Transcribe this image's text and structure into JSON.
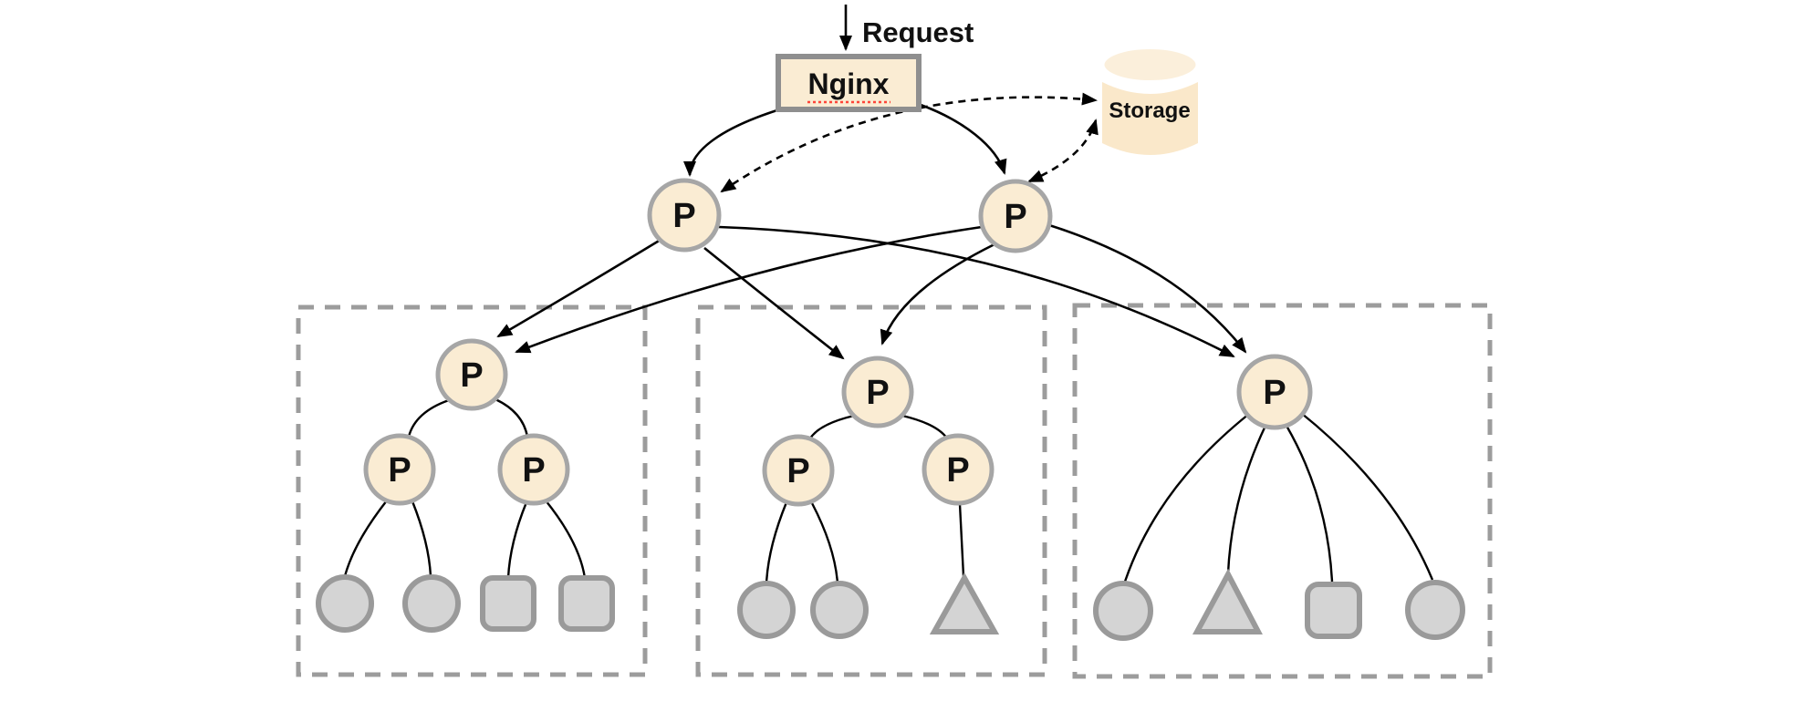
{
  "diagram": {
    "entry_label": "Request",
    "gateway": {
      "label": "Nginx"
    },
    "storage": {
      "label": "Storage"
    },
    "process_label": "P",
    "colors": {
      "process_fill": "#faecd3",
      "process_border": "#a6a6a6",
      "leaf_fill": "#d4d4d4",
      "leaf_border": "#9a9a9a",
      "group_border": "#9c9c9c",
      "edge": "#000000",
      "nginx_fill": "#faecd3",
      "nginx_border": "#8f8f8f",
      "storage_fill": "#fae8ca",
      "storage_cap_fill": "#fbefdb",
      "misspelling_underline": "#ff4538"
    },
    "connections": {
      "solid": [
        "request -> nginx",
        "nginx -> proxy-left",
        "nginx -> proxy-right",
        "proxy-left -> group-1-root",
        "proxy-left -> group-2-root",
        "proxy-left -> group-3-root",
        "proxy-right -> group-1-root",
        "proxy-right -> group-2-root",
        "proxy-right -> group-3-root"
      ],
      "dashed_bidirectional": [
        "proxy-left <-> storage",
        "proxy-right <-> storage"
      ]
    },
    "groups": [
      {
        "id": "group-1",
        "root_label": "P",
        "children": [
          {
            "label": "P",
            "leaves": [
              "circle",
              "circle"
            ]
          },
          {
            "label": "P",
            "leaves": [
              "square",
              "square"
            ]
          }
        ]
      },
      {
        "id": "group-2",
        "root_label": "P",
        "children": [
          {
            "label": "P",
            "leaves": [
              "circle",
              "circle"
            ]
          },
          {
            "label": "P",
            "leaves": [
              "triangle"
            ]
          }
        ]
      },
      {
        "id": "group-3",
        "root_label": "P",
        "children": [],
        "leaves": [
          "circle",
          "triangle",
          "square",
          "circle"
        ]
      }
    ]
  }
}
